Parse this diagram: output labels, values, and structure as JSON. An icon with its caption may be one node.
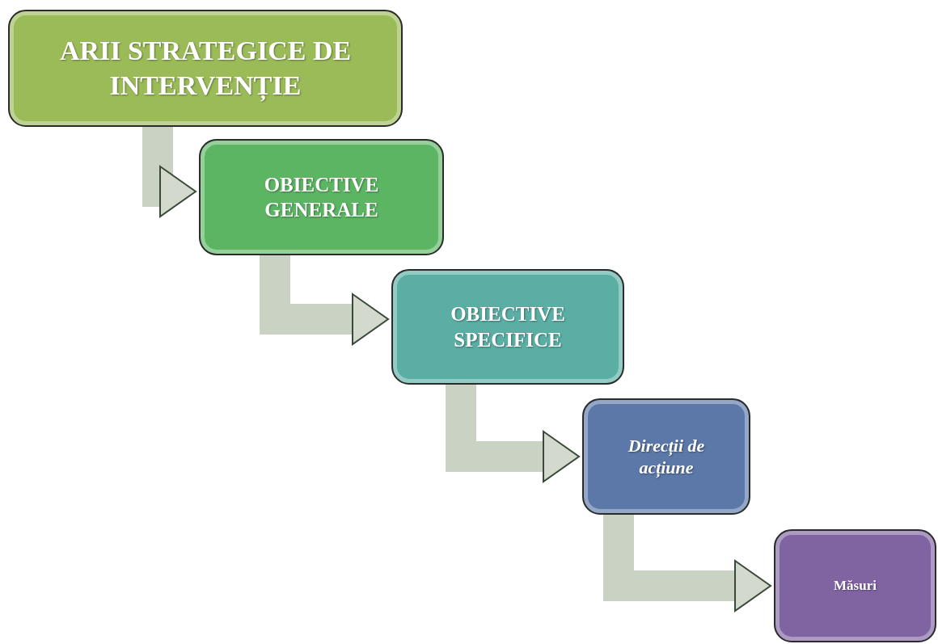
{
  "diagram": {
    "nodes": [
      {
        "text": [
          "ARII STRATEGICE DE INTERVENȚIE"
        ]
      },
      {
        "text": [
          "OBIECTIVE GENERALE"
        ]
      },
      {
        "text": [
          "OBIECTIVE SPECIFICE"
        ]
      },
      {
        "text": [
          "Direcții de acțiune"
        ]
      },
      {
        "text": [
          "Măsuri"
        ]
      }
    ],
    "edges": [
      {
        "from": 0,
        "to": 1,
        "arrow": "to"
      },
      {
        "from": 1,
        "to": 2,
        "arrow": "to"
      },
      {
        "from": 2,
        "to": 3,
        "arrow": "to"
      },
      {
        "from": 3,
        "to": 4,
        "arrow": "to"
      }
    ]
  }
}
